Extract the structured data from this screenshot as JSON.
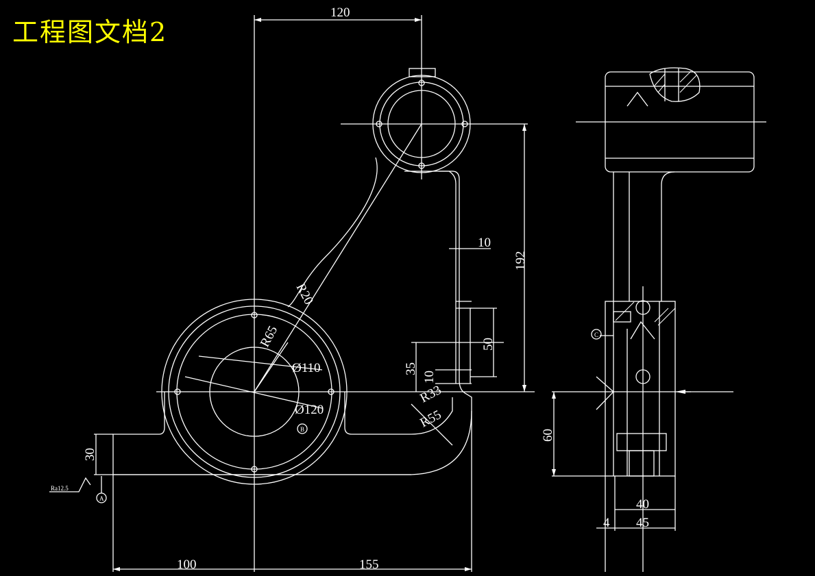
{
  "title": "工程图文档2",
  "colors": {
    "background": "#000000",
    "lines": "#ffffff",
    "title": "#ffff00"
  },
  "dimensions": {
    "top_width": "120",
    "wall": "10",
    "height_192": "192",
    "slot_50": "50",
    "slot_35": "35",
    "slot_10": "10",
    "r20": "R20",
    "r65": "R65",
    "d110": "Ø110",
    "d120": "Ø120",
    "r33": "R33",
    "r55": "R55",
    "base_30": "30",
    "bottom_100": "100",
    "bottom_155": "155",
    "side_60": "60",
    "side_40": "40",
    "side_45": "45",
    "side_4": "4"
  },
  "markers": {
    "a": "A",
    "b": "B",
    "c": "C"
  },
  "roughness": "Ra12.5"
}
